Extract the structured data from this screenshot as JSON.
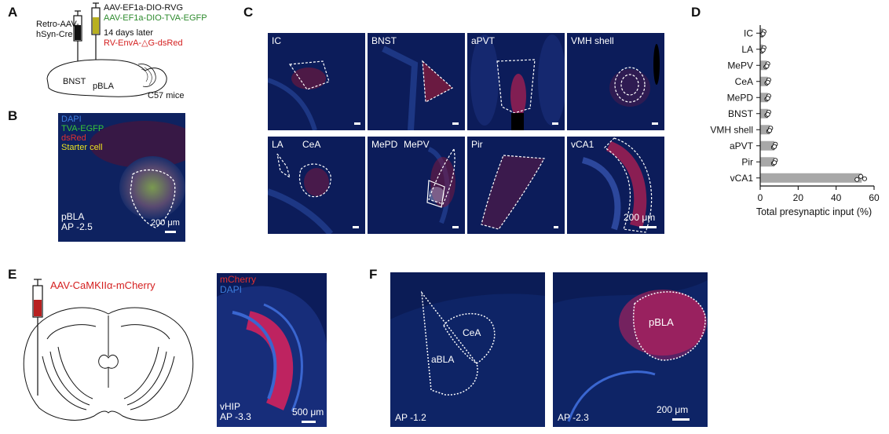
{
  "panels": {
    "A": {
      "letter": "A",
      "injection1": [
        "Retro-AAV-",
        "hSyn-Cre"
      ],
      "injection2": [
        "AAV-EF1a-DIO-RVG",
        "AAV-EF1a-DIO-TVA-EGFP"
      ],
      "delay": "14 days later",
      "virus": "RV-EnvA-△G-dsRed",
      "site1": "BNST",
      "site2": "pBLA",
      "mouse": "C57 mice",
      "colors": {
        "black": "#111111",
        "green": "#2e8b2e",
        "red": "#d42020"
      }
    },
    "B": {
      "letter": "B",
      "legend": [
        {
          "label": "DAPI",
          "color": "#3d7fe0"
        },
        {
          "label": "TVA-EGFP",
          "color": "#38c638"
        },
        {
          "label": "dsRed",
          "color": "#e03030"
        },
        {
          "label": "Starter cell",
          "color": "#e8e020"
        }
      ],
      "region": "pBLA",
      "ap": "AP -2.5",
      "scalebar": "200 μm"
    },
    "C": {
      "letter": "C",
      "tiles": [
        {
          "label": "IC"
        },
        {
          "label": "BNST"
        },
        {
          "label": "aPVT"
        },
        {
          "label": "VMH shell"
        },
        {
          "label": "LA",
          "label2": "CeA"
        },
        {
          "label": "MePD",
          "label2": "MePV"
        },
        {
          "label": "Pir"
        },
        {
          "label": "vCA1",
          "scalebar": "200 μm"
        }
      ]
    },
    "D": {
      "letter": "D"
    },
    "E": {
      "letter": "E",
      "virus": "AAV-CaMKIIα-mCherry",
      "legend": [
        {
          "label": "mCherry",
          "color": "#e03030"
        },
        {
          "label": "DAPI",
          "color": "#3d7fe0"
        }
      ],
      "region": "vHIP",
      "ap": "AP -3.3",
      "scalebar": "500 μm"
    },
    "F": {
      "letter": "F",
      "left": {
        "regions": [
          "CeA",
          "aBLA"
        ],
        "ap": "AP -1.2"
      },
      "right": {
        "region": "pBLA",
        "ap": "AP -2.3",
        "scalebar": "200 μm"
      }
    }
  },
  "chart_data": {
    "type": "bar",
    "orientation": "horizontal",
    "categories": [
      "IC",
      "LA",
      "MePV",
      "CeA",
      "MePD",
      "BNST",
      "VMH shell",
      "aPVT",
      "Pir",
      "vCA1"
    ],
    "values": [
      1.5,
      1.5,
      3.5,
      4,
      4,
      4,
      5,
      7.5,
      7.5,
      53.5
    ],
    "points": [
      [
        1,
        2,
        1.5
      ],
      [
        1,
        2,
        1.5
      ],
      [
        3,
        4,
        3.5
      ],
      [
        3.5,
        4.5,
        4
      ],
      [
        3.5,
        4.5,
        4
      ],
      [
        3.5,
        4.5,
        4
      ],
      [
        4.5,
        5.5,
        5
      ],
      [
        7,
        8,
        7.5
      ],
      [
        7,
        8,
        7.5
      ],
      [
        51,
        53,
        55
      ]
    ],
    "xlabel": "Total presynaptic input (%)",
    "xlim": [
      0,
      60
    ],
    "xticks": [
      "0",
      "20",
      "40",
      "60"
    ],
    "bar_color": "#a8a8a8"
  }
}
